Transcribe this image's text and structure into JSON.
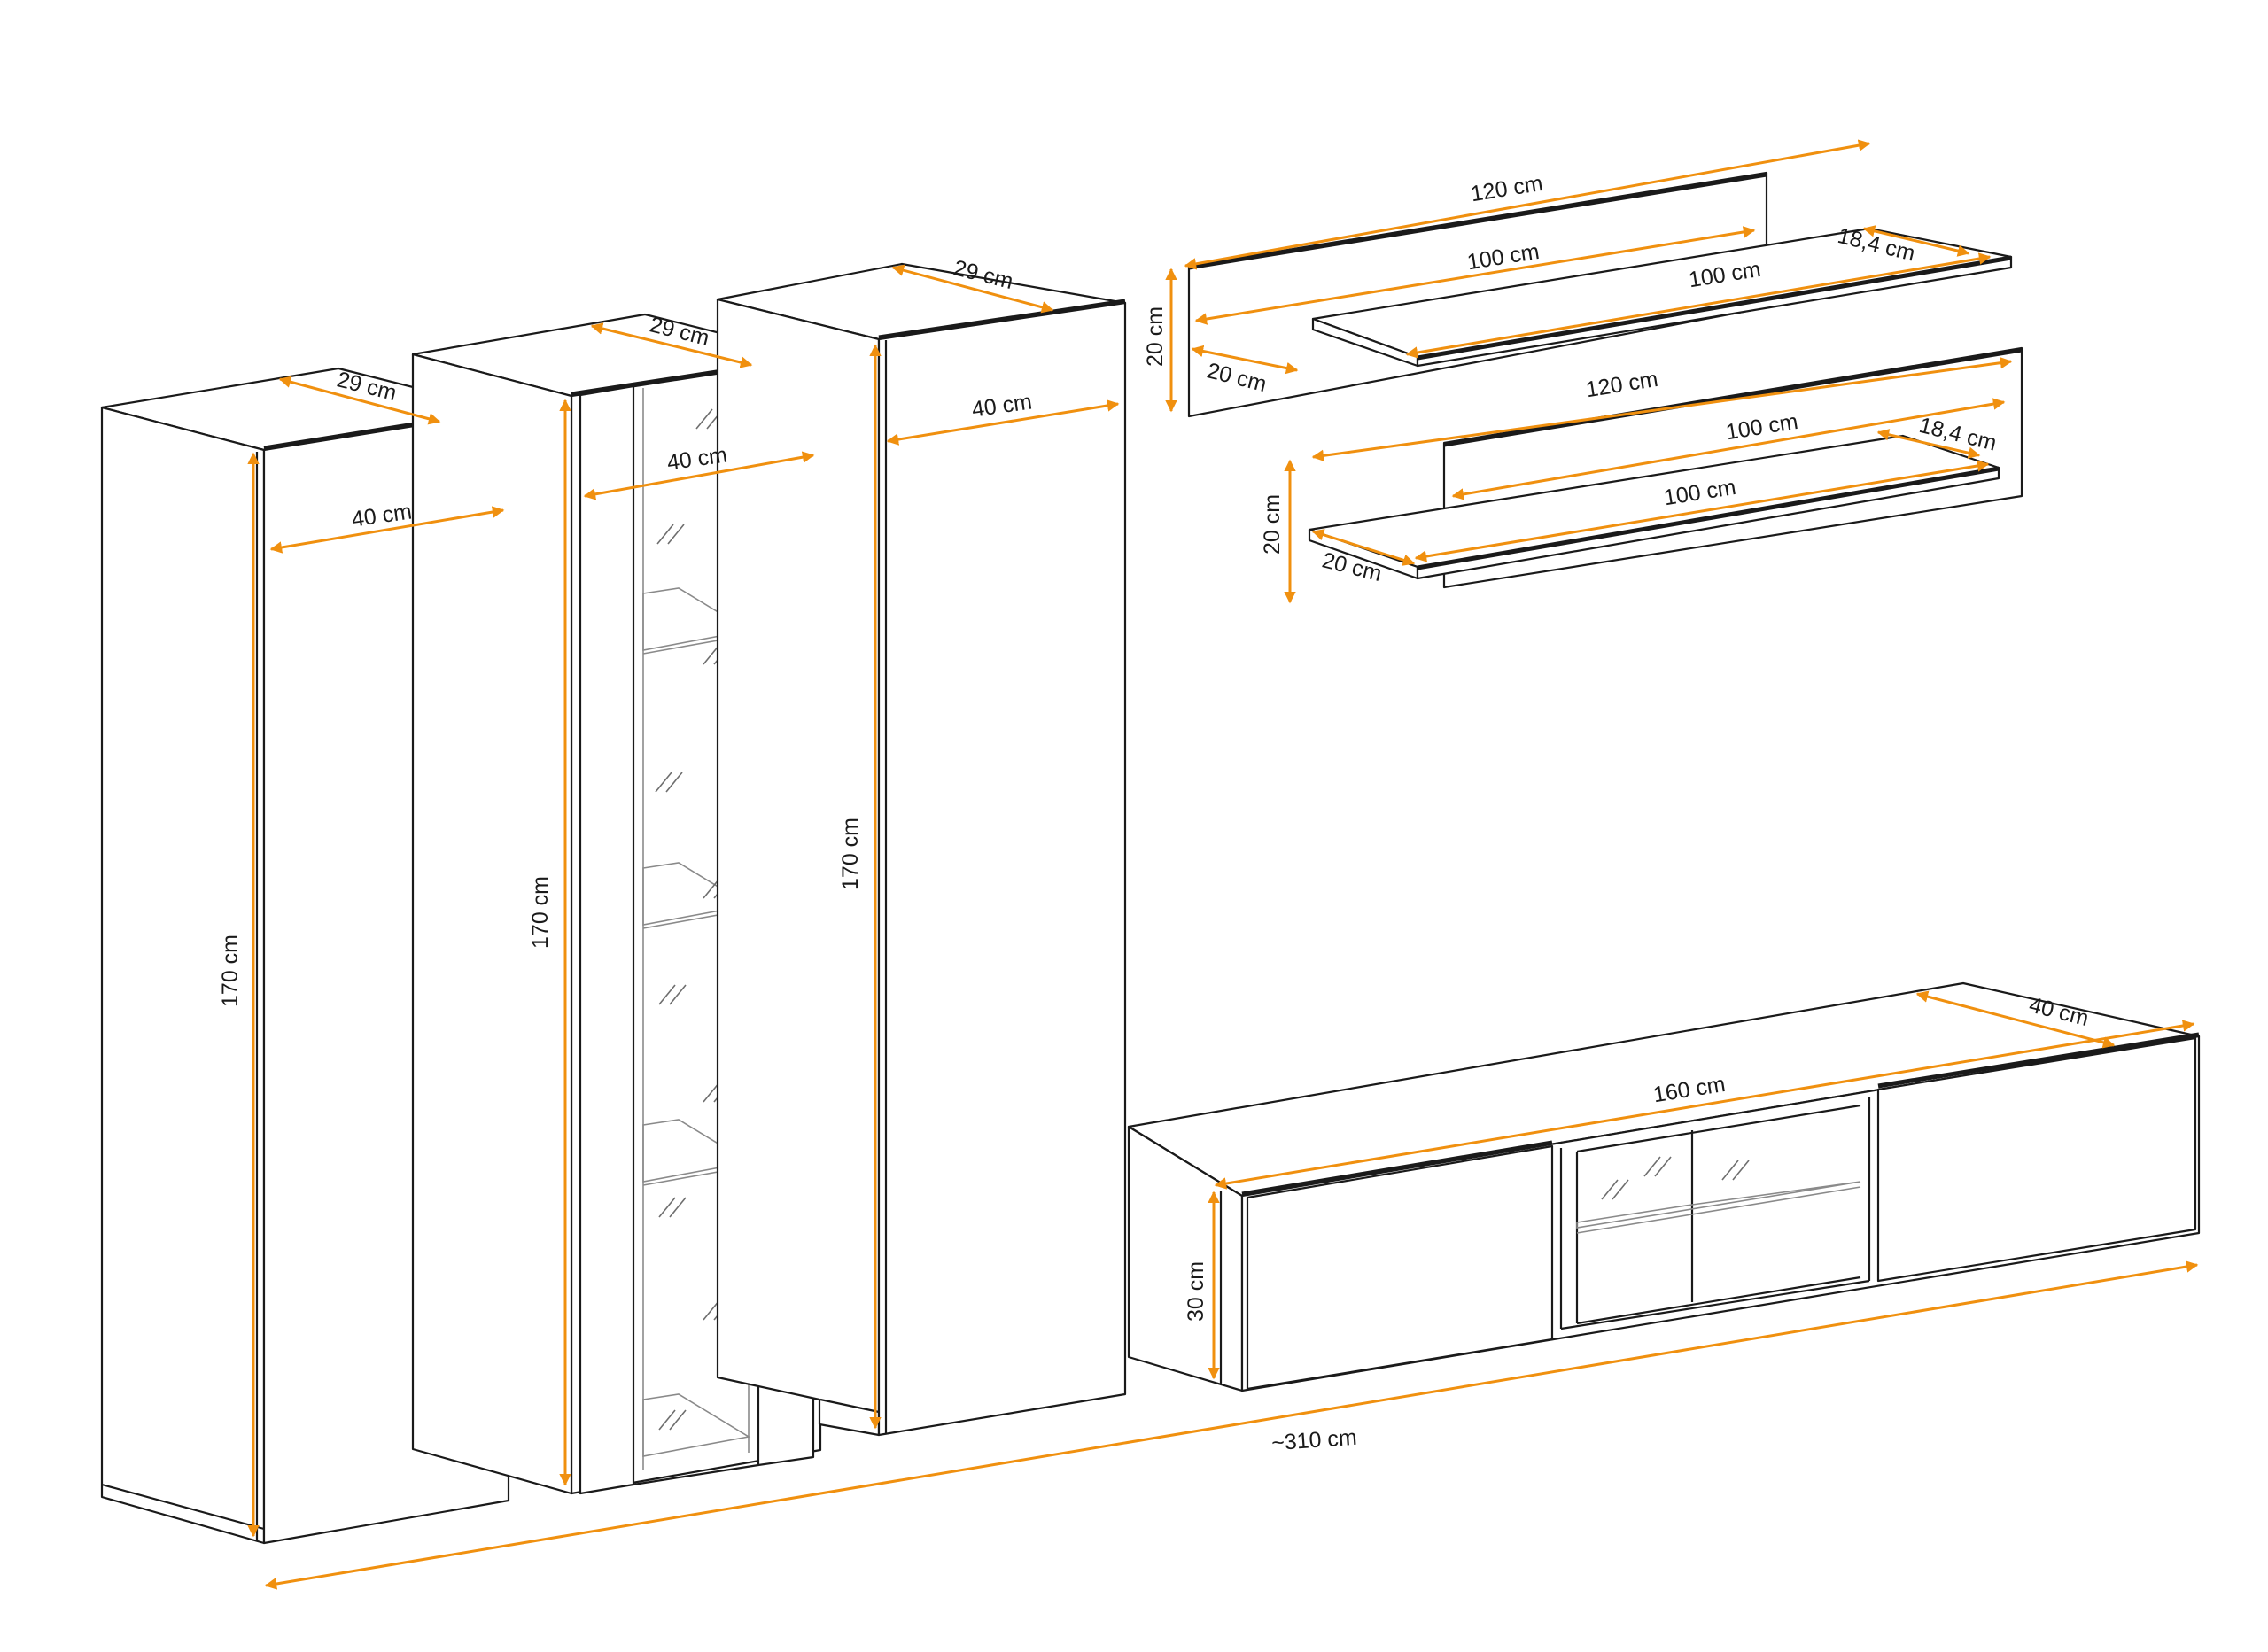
{
  "colors": {
    "dimension": "#f0900f",
    "outline": "#1a1a1a",
    "glass": "#8a8a8a",
    "background": "#ffffff"
  },
  "dimensions": {
    "cab1_depth": "29 cm",
    "cab1_width": "40 cm",
    "cab1_height": "170 cm",
    "cab2_depth": "29 cm",
    "cab2_width": "40 cm",
    "cab2_height": "170 cm",
    "cab3_depth": "29 cm",
    "cab3_width": "40 cm",
    "cab3_height": "170 cm",
    "shelf1_panel_length": "120 cm",
    "shelf1_panel_inner": "100 cm",
    "shelf1_board_length": "100 cm",
    "shelf1_depth": "18,4 cm",
    "shelf1_height": "20 cm",
    "shelf1_side": "20 cm",
    "shelf2_panel_length": "120 cm",
    "shelf2_panel_inner": "100 cm",
    "shelf2_board_length": "100 cm",
    "shelf2_depth": "18,4 cm",
    "shelf2_height": "20 cm",
    "shelf2_side": "20 cm",
    "tv_depth": "40 cm",
    "tv_length": "160 cm",
    "tv_height": "30 cm",
    "total_length": "~310 cm"
  }
}
